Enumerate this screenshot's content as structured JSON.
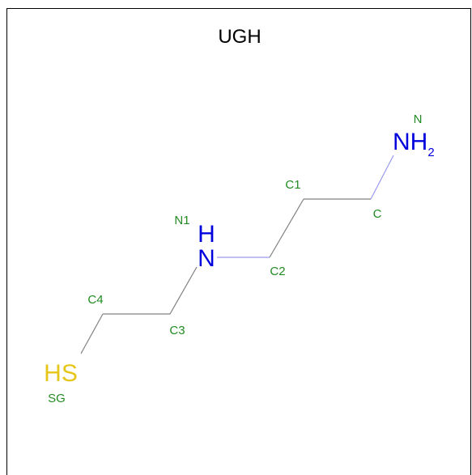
{
  "title": "UGH",
  "colors": {
    "label": "#228b22",
    "nitrogen": "#0000dd",
    "sulfur": "#e6c619",
    "bond": "#808080",
    "bond_n": "#9999ee"
  },
  "atom_labels": {
    "n": "N",
    "c": "C",
    "c1": "C1",
    "c2": "C2",
    "n1": "N1",
    "c3": "C3",
    "c4": "C4",
    "sg": "SG"
  },
  "elements": {
    "nh2_main": "NH",
    "nh2_sub": "2",
    "nh_h": "H",
    "nh_n": "N",
    "hs": "HS"
  }
}
